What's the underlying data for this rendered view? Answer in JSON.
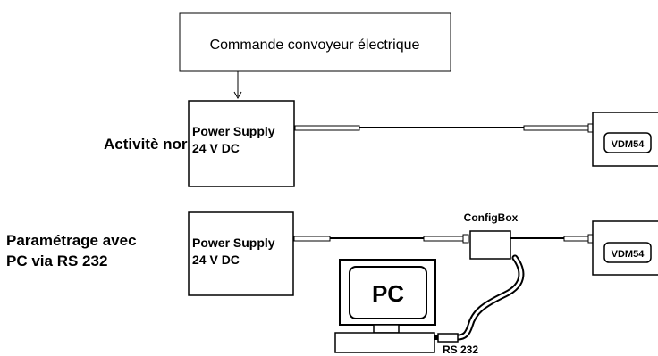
{
  "command_box": {
    "label": "Commande convoyeur électrique"
  },
  "row_normal": {
    "label": "Activitè normale",
    "power_supply": {
      "line1": "Power Supply",
      "line2": "24 V DC"
    },
    "device": {
      "label": "VDM54"
    }
  },
  "row_pc": {
    "label_line1": "Paramétrage avec",
    "label_line2": "PC via RS 232",
    "power_supply": {
      "line1": "Power Supply",
      "line2": "24 V DC"
    },
    "configbox": {
      "label": "ConfigBox"
    },
    "device": {
      "label": "VDM54"
    },
    "pc": {
      "label": "PC"
    },
    "rs232": {
      "label": "RS 232"
    }
  }
}
